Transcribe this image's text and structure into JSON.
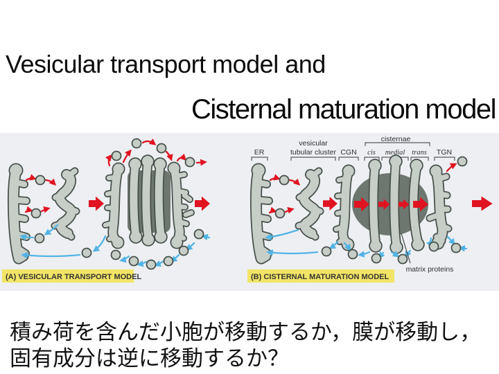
{
  "slide": {
    "title_line1": "Vesicular transport model and",
    "title_line2": "Cisternal maturation model",
    "caption_line1": "積み荷を含んだ小胞が移動するか，膜が移動し，",
    "caption_line2": "固有成分は逆に移動するか？"
  },
  "figure": {
    "panel_a": {
      "caption": "(A) VESICULAR TRANSPORT MODEL"
    },
    "panel_b": {
      "caption": "(B) CISTERNAL MATURATION MODEL",
      "labels": {
        "er": "ER",
        "vtc_line1": "vesicular",
        "vtc_line2": "tubular cluster",
        "cgn": "CGN",
        "cisternae": "cisternae",
        "cis": "cis",
        "medial": "medial",
        "trans": "trans",
        "tgn": "TGN",
        "matrix": "matrix proteins"
      }
    },
    "colors": {
      "background": "#edeff3",
      "membrane": "#c7cec7",
      "membrane_outline": "#46504a",
      "golgi_matrix": "#6d776f",
      "anterograde_red": "#e01321",
      "retrograde_blue": "#52b4e4",
      "caption_highlight": "#f2e566"
    }
  }
}
